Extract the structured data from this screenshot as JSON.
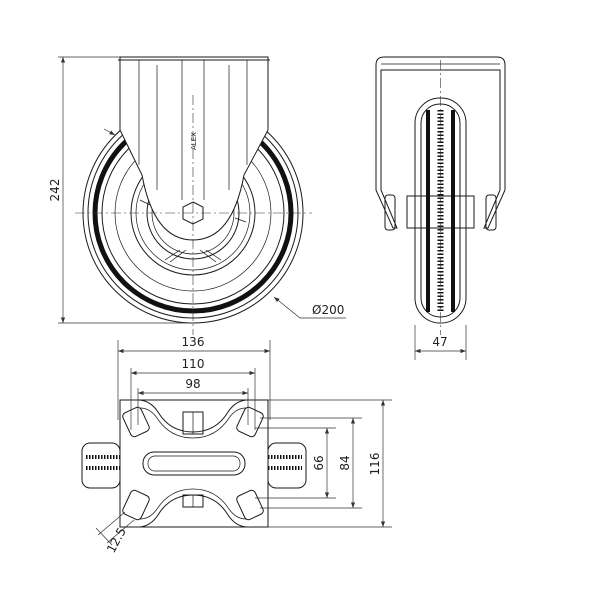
{
  "drawing": {
    "title": "Fixed castor technical drawing",
    "line_color": "#1a1a1a",
    "front_view": {
      "height_label": "242",
      "diameter_label": "Ø200",
      "width_label": "136",
      "logo_text": "ALEX"
    },
    "side_view": {
      "width_label": "47"
    },
    "bottom_view": {
      "outer_hole_spacing_label": "110",
      "inner_hole_spacing_label": "98",
      "plate_length_label": "116",
      "outer_hole_y_label": "84",
      "inner_hole_y_label": "66",
      "hole_slot_label": "12.5"
    }
  }
}
